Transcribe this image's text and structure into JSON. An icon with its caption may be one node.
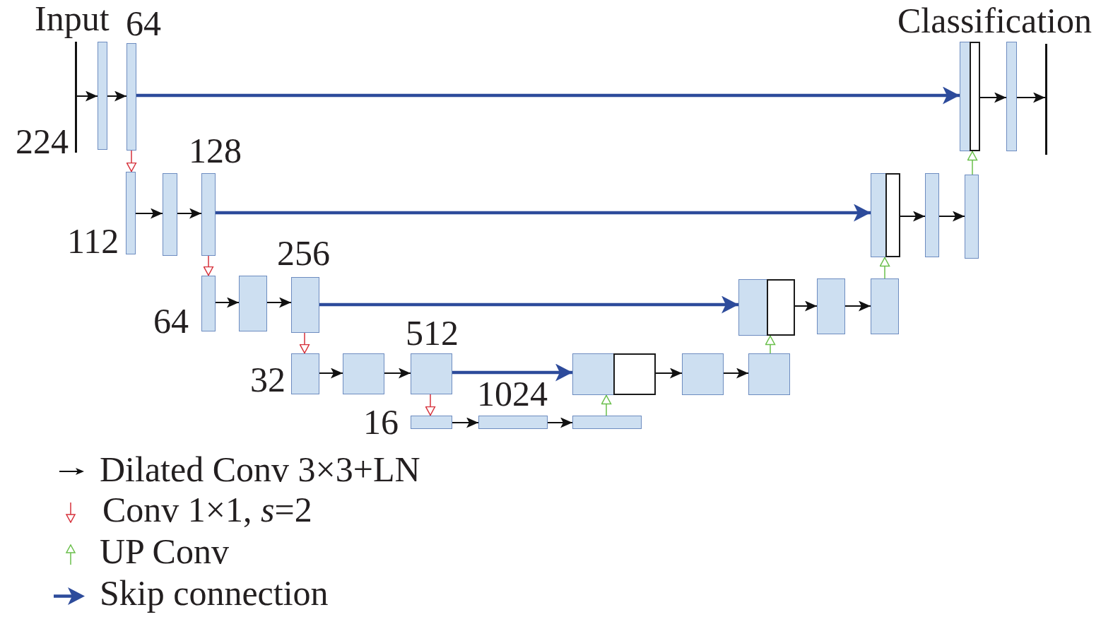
{
  "diagram": {
    "nodes": [
      {
        "text": [],
        "shape": "bar",
        "beside": [
          "Input",
          "224"
        ]
      },
      {
        "text": [],
        "shape": "box"
      },
      {
        "text": [],
        "shape": "box",
        "beside": [
          "64"
        ]
      },
      {
        "text": [],
        "shape": "box"
      },
      {
        "text": [],
        "shape": "box"
      },
      {
        "text": [],
        "shape": "box"
      },
      {
        "text": [],
        "shape": "bar",
        "beside": [
          "Classification"
        ]
      },
      {
        "text": [],
        "shape": "box",
        "beside": [
          "112"
        ]
      },
      {
        "text": [],
        "shape": "box"
      },
      {
        "text": [],
        "shape": "box",
        "beside": [
          "128"
        ]
      },
      {
        "text": [],
        "shape": "box"
      },
      {
        "text": [],
        "shape": "box"
      },
      {
        "text": [],
        "shape": "box"
      },
      {
        "text": [],
        "shape": "box"
      },
      {
        "text": [],
        "shape": "box",
        "beside": [
          "64"
        ]
      },
      {
        "text": [],
        "shape": "box"
      },
      {
        "text": [],
        "shape": "box",
        "beside": [
          "256"
        ]
      },
      {
        "text": [],
        "shape": "box"
      },
      {
        "text": [],
        "shape": "box"
      },
      {
        "text": [],
        "shape": "box"
      },
      {
        "text": [],
        "shape": "box"
      },
      {
        "text": [],
        "shape": "box",
        "beside": [
          "32"
        ]
      },
      {
        "text": [],
        "shape": "box"
      },
      {
        "text": [],
        "shape": "box",
        "beside": [
          "512"
        ]
      },
      {
        "text": [],
        "shape": "box"
      },
      {
        "text": [],
        "shape": "box"
      },
      {
        "text": [],
        "shape": "box"
      },
      {
        "text": [],
        "shape": "box"
      },
      {
        "text": [],
        "shape": "box",
        "beside": [
          "16"
        ]
      },
      {
        "text": [],
        "shape": "box",
        "beside": [
          "1024"
        ]
      },
      {
        "text": [],
        "shape": "box"
      }
    ],
    "edges": [
      {
        "from": 0,
        "to": 1,
        "arrow": "to"
      },
      {
        "from": 1,
        "to": 2,
        "arrow": "to"
      },
      {
        "from": 4,
        "to": 5,
        "arrow": "to"
      },
      {
        "from": 5,
        "to": 6,
        "arrow": "to"
      },
      {
        "from": 7,
        "to": 8,
        "arrow": "to"
      },
      {
        "from": 8,
        "to": 9,
        "arrow": "to"
      },
      {
        "from": 11,
        "to": 12,
        "arrow": "to"
      },
      {
        "from": 12,
        "to": 13,
        "arrow": "to"
      },
      {
        "from": 14,
        "to": 15,
        "arrow": "to"
      },
      {
        "from": 15,
        "to": 16,
        "arrow": "to"
      },
      {
        "from": 18,
        "to": 19,
        "arrow": "to"
      },
      {
        "from": 19,
        "to": 20,
        "arrow": "to"
      },
      {
        "from": 21,
        "to": 22,
        "arrow": "to"
      },
      {
        "from": 22,
        "to": 23,
        "arrow": "to"
      },
      {
        "from": 25,
        "to": 26,
        "arrow": "to"
      },
      {
        "from": 26,
        "to": 27,
        "arrow": "to"
      },
      {
        "from": 28,
        "to": 29,
        "arrow": "to"
      },
      {
        "from": 29,
        "to": 30,
        "arrow": "to"
      },
      {
        "from": 2,
        "to": 7,
        "arrow": "to",
        "color": "#d6313b"
      },
      {
        "from": 9,
        "to": 14,
        "arrow": "to",
        "color": "#d6313b"
      },
      {
        "from": 16,
        "to": 21,
        "arrow": "to",
        "color": "#d6313b"
      },
      {
        "from": 23,
        "to": 28,
        "arrow": "to",
        "color": "#d6313b"
      },
      {
        "from": 30,
        "to": 24,
        "arrow": "to",
        "color": "#6abf4b"
      },
      {
        "from": 27,
        "to": 18,
        "arrow": "to",
        "color": "#6abf4b"
      },
      {
        "from": 20,
        "to": 10,
        "arrow": "to",
        "color": "#6abf4b"
      },
      {
        "from": 13,
        "to": 4,
        "arrow": "to",
        "color": "#6abf4b"
      },
      {
        "from": 2,
        "to": 3,
        "arrow": "to",
        "style": "thick",
        "color": "#2d4b9b"
      },
      {
        "from": 9,
        "to": 10,
        "arrow": "to",
        "style": "thick",
        "color": "#2d4b9b"
      },
      {
        "from": 16,
        "to": 17,
        "arrow": "to",
        "style": "thick",
        "color": "#2d4b9b"
      },
      {
        "from": 23,
        "to": 24,
        "arrow": "to",
        "style": "thick",
        "color": "#2d4b9b"
      }
    ],
    "legend": [
      {
        "text": "Dilated Conv 3×3+LN"
      },
      {
        "text": "Conv 1×1, *s*=2"
      },
      {
        "text": "UP Conv"
      },
      {
        "text": "Skip connection"
      }
    ]
  }
}
